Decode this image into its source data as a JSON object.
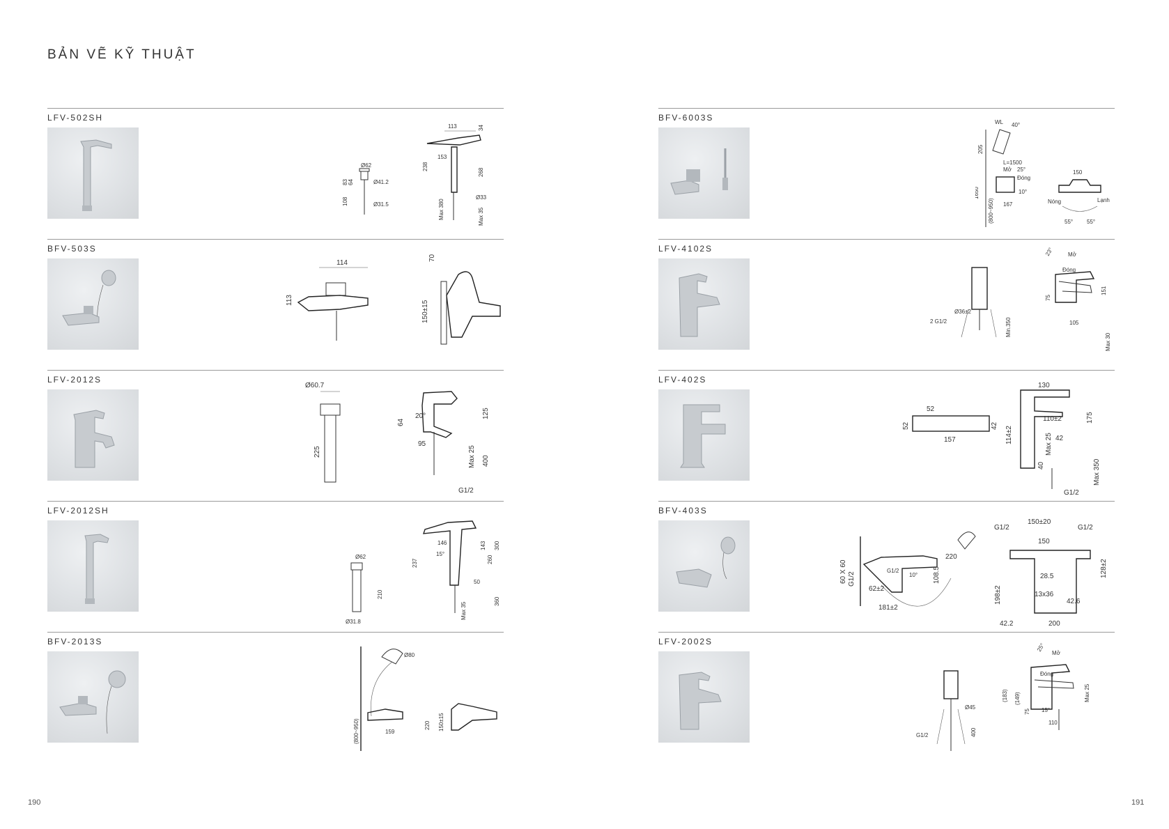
{
  "page_title": "BẢN VẼ KỸ THUẬT",
  "page_numbers": {
    "left": "190",
    "right": "191"
  },
  "left_products": [
    {
      "code": "LFV-502SH",
      "dims": [
        "113",
        "34",
        "153",
        "238",
        "268",
        "Max 380",
        "Max 35",
        "Ø33",
        "Ø62",
        "Ø41.2",
        "Ø31.5",
        "83",
        "64",
        "108"
      ]
    },
    {
      "code": "BFV-503S",
      "dims": [
        "114",
        "113",
        "70",
        "150±15"
      ]
    },
    {
      "code": "LFV-2012S",
      "dims": [
        "Ø60.7",
        "225",
        "64",
        "20°",
        "95",
        "125",
        "Max 25",
        "400",
        "G1/2"
      ]
    },
    {
      "code": "LFV-2012SH",
      "dims": [
        "Ø62",
        "210",
        "Ø31.8",
        "146",
        "237",
        "15°",
        "143",
        "260",
        "300",
        "50",
        "360",
        "Max 35"
      ]
    },
    {
      "code": "BFV-2013S",
      "dims": [
        "Ø80",
        "(800~950)",
        "159",
        "220",
        "150±15"
      ]
    }
  ],
  "right_products": [
    {
      "code": "BFV-6003S",
      "dims": [
        "WL",
        "40°",
        "205",
        "L=1500",
        "Mở",
        "25°",
        "Đóng",
        "10°",
        "1650",
        "(800~950)",
        "167",
        "150",
        "Nóng",
        "Lạnh",
        "55°",
        "55°"
      ]
    },
    {
      "code": "LFV-4102S",
      "dims": [
        "23°",
        "Mở",
        "Đóng",
        "Ø36±2",
        "2 G1/2",
        "Min.350",
        "75",
        "151",
        "105",
        "Max 30"
      ]
    },
    {
      "code": "LFV-402S",
      "dims": [
        "52",
        "52",
        "157",
        "42",
        "130",
        "110±2",
        "114±2",
        "Max 25",
        "175",
        "42",
        "40",
        "Max 350",
        "G1/2"
      ]
    },
    {
      "code": "BFV-403S",
      "dims": [
        "60 X 60",
        "G1/2",
        "62±2",
        "181±2",
        "G1/2",
        "220",
        "10°",
        "108.5",
        "G1/2",
        "150±20",
        "G1/2",
        "150",
        "198±2",
        "128±2",
        "28.5",
        "13x36",
        "42.6",
        "42.2",
        "200"
      ]
    },
    {
      "code": "LFV-2002S",
      "dims": [
        "Ø45",
        "G1/2",
        "400",
        "25°",
        "Mở",
        "Đóng",
        "(183)",
        "(149)",
        "75",
        "15°",
        "Max 25",
        "110"
      ]
    }
  ]
}
